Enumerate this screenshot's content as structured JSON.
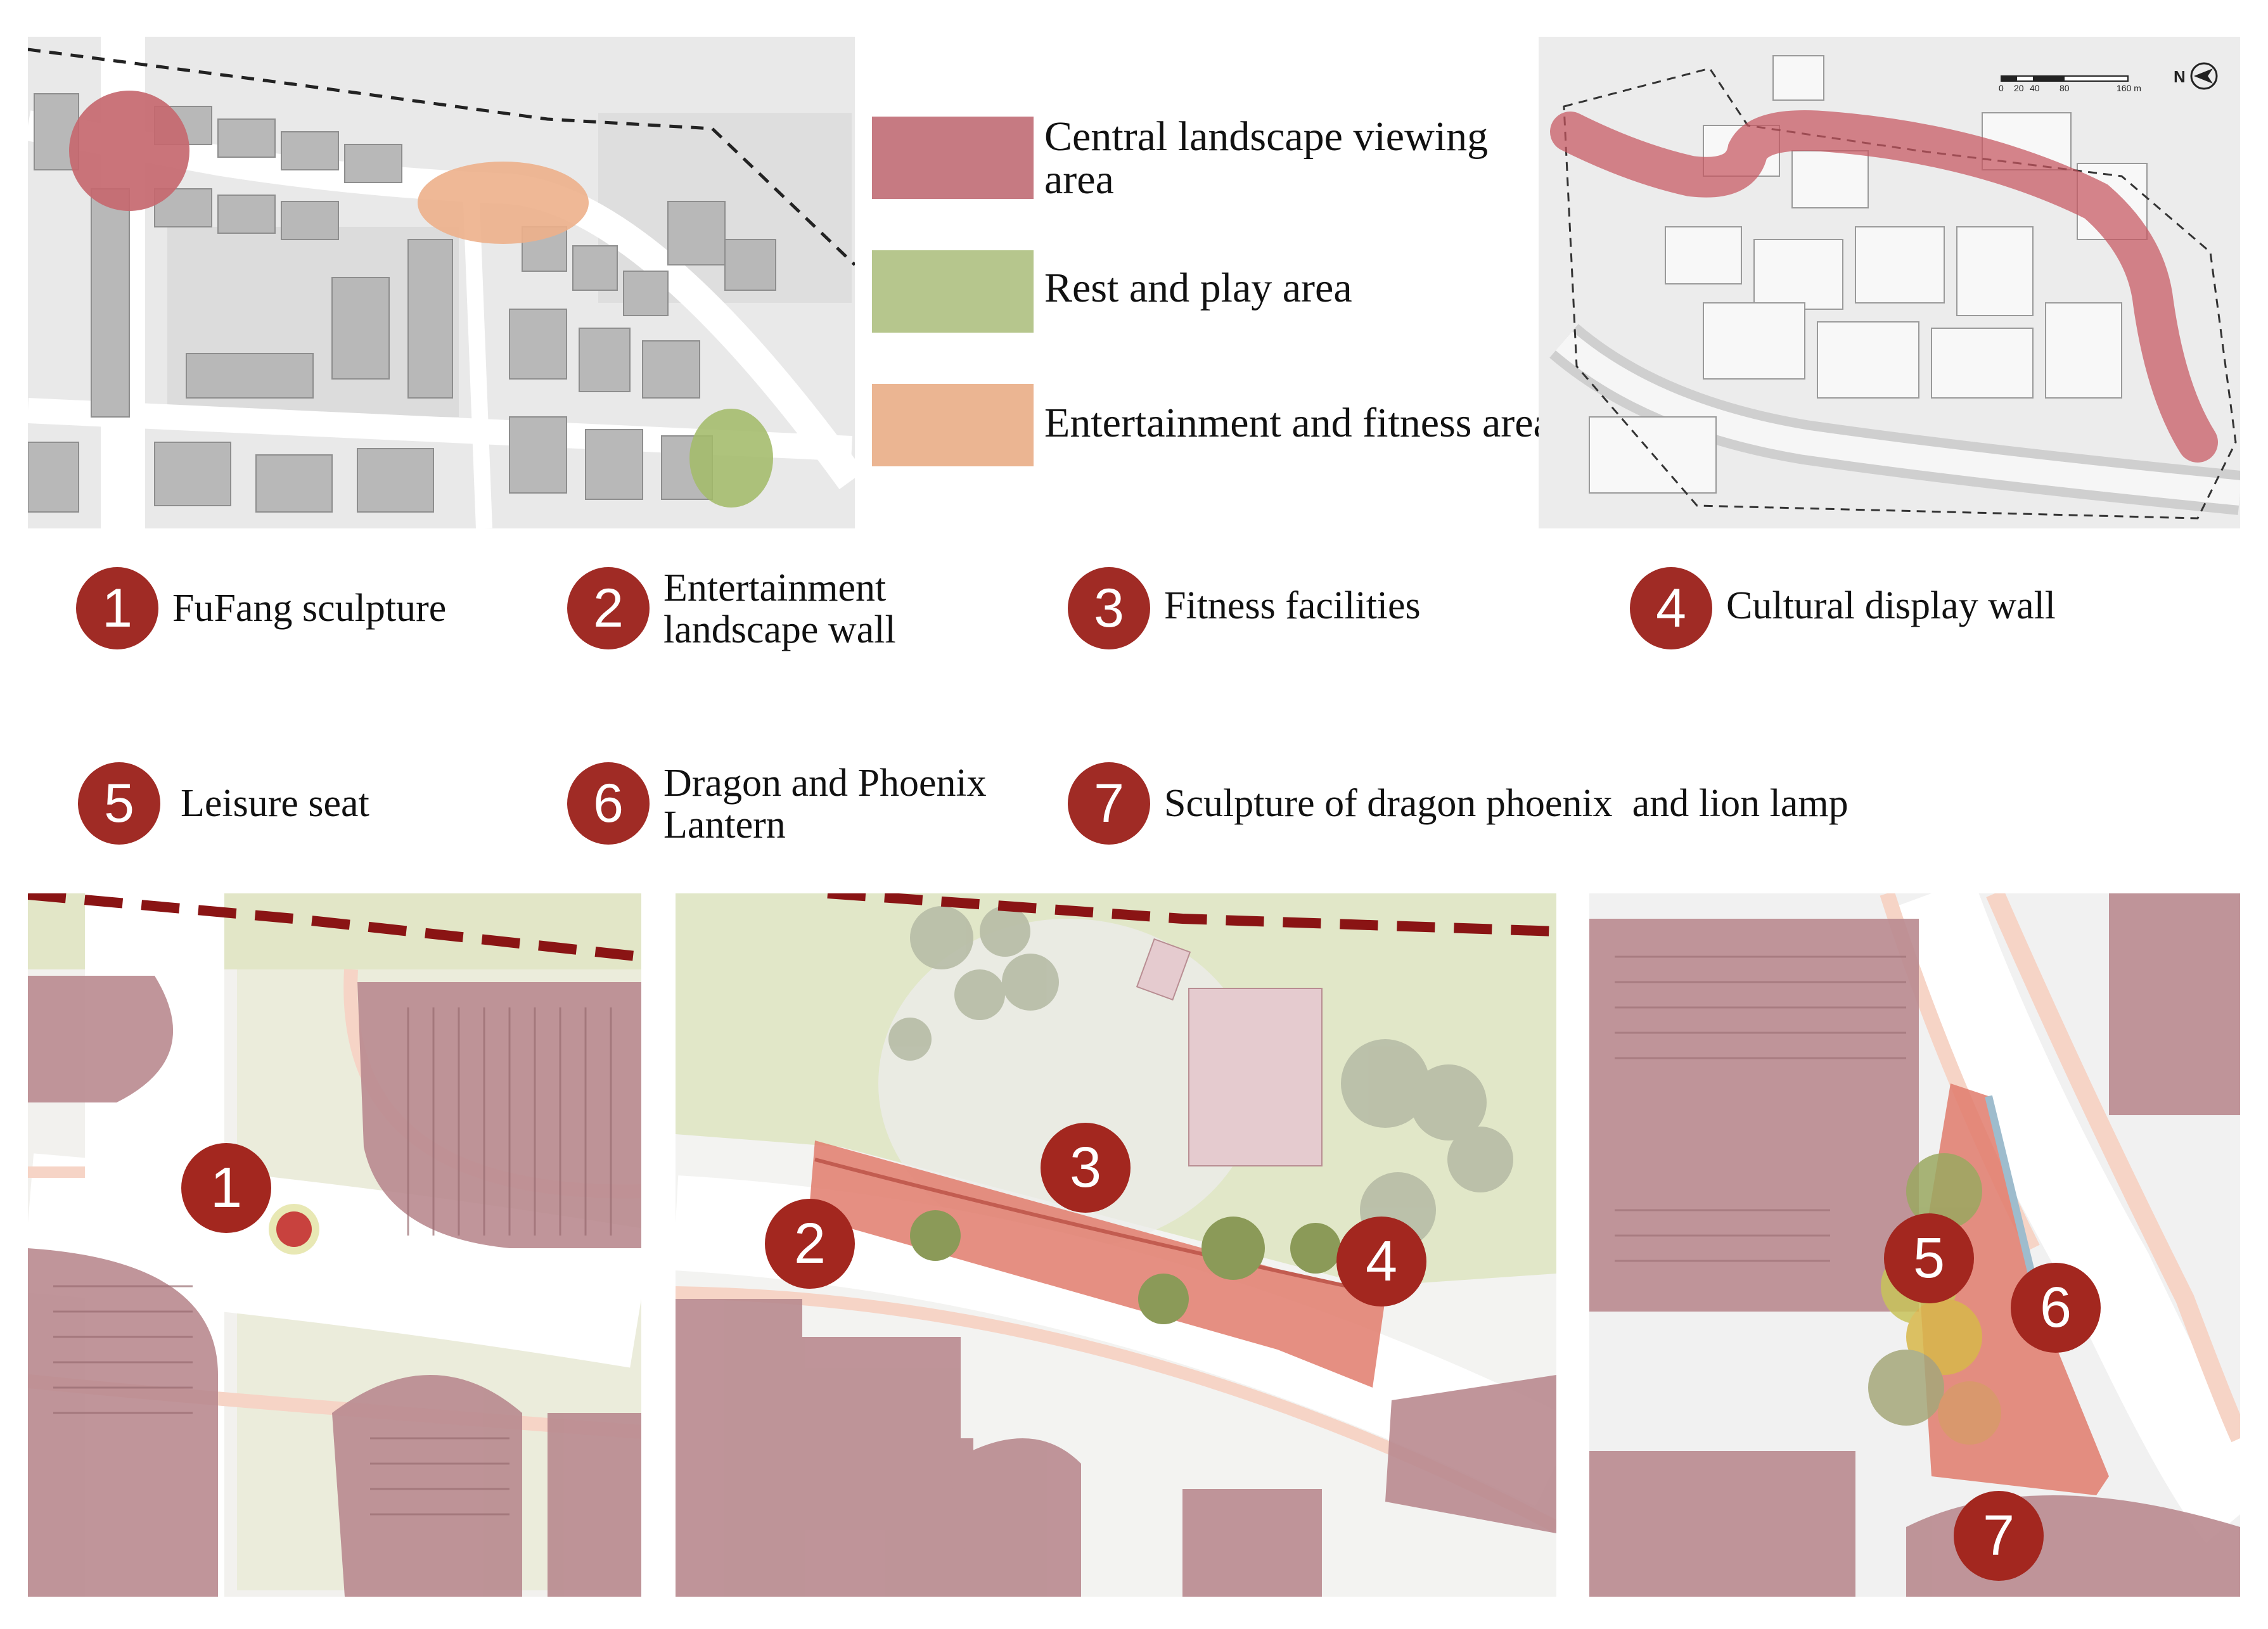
{
  "legend": [
    {
      "label": "Central landscape viewing area",
      "color": "#c67a82"
    },
    {
      "label": "Rest and play area",
      "color": "#b6c68d"
    },
    {
      "label": "Entertainment and fitness area",
      "color": "#ebb592"
    }
  ],
  "scale_bar": {
    "ticks": [
      "0",
      "20",
      "40",
      "80",
      "160 m"
    ],
    "north": "N"
  },
  "key": [
    {
      "number": "1",
      "label": "FuFang sculpture"
    },
    {
      "number": "2",
      "label": "Entertainment landscape wall"
    },
    {
      "number": "3",
      "label": "Fitness facilities"
    },
    {
      "number": "4",
      "label": "Cultural display wall"
    },
    {
      "number": "5",
      "label": "Leisure seat"
    },
    {
      "number": "6",
      "label": "Dragon and Phoenix Lantern"
    },
    {
      "number": "7",
      "label": "Sculpture of dragon phoenix  and lion lamp"
    }
  ],
  "colors": {
    "badge": "#a02b25",
    "building": "#b9878c",
    "road_edge": "#f4cfc0",
    "boundary": "#8a1414",
    "green": "#d8dfb2"
  }
}
